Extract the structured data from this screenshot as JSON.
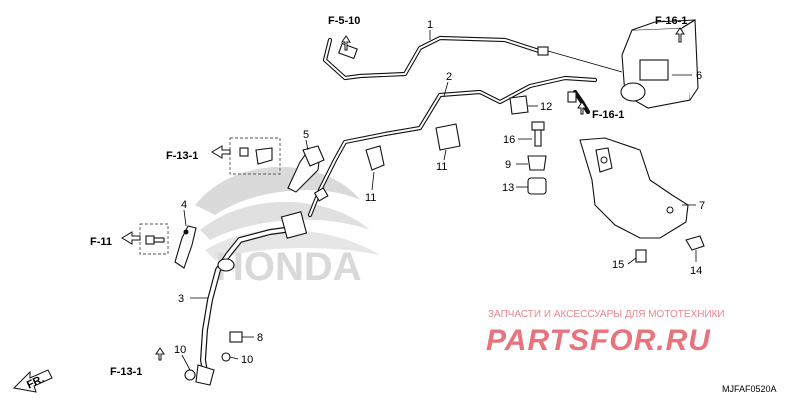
{
  "part_numbers": {
    "p1": "1",
    "p2": "2",
    "p3": "3",
    "p4": "4",
    "p5": "5",
    "p6": "6",
    "p7": "7",
    "p8": "8",
    "p9": "9",
    "p10a": "10",
    "p10b": "10",
    "p11a": "11",
    "p11b": "11",
    "p12": "12",
    "p13": "13",
    "p14": "14",
    "p15": "15",
    "p16": "16"
  },
  "references": {
    "f5_10": "F-5-10",
    "f16_1_top": "F-16-1",
    "f16_1_mid": "F-16-1",
    "f13_1_left": "F-13-1",
    "f11": "F-11",
    "f13_1_bottom": "F-13-1"
  },
  "direction": {
    "fr": "FR."
  },
  "watermark": {
    "honda": "HONDA",
    "tagline": "ЗАПЧАСТИ И АКСЕССУАРЫ ДЛЯ МОТОТЕХНИКИ",
    "logo": "PARTSFOR.RU"
  },
  "diagram_code": "MJFAF0520A"
}
